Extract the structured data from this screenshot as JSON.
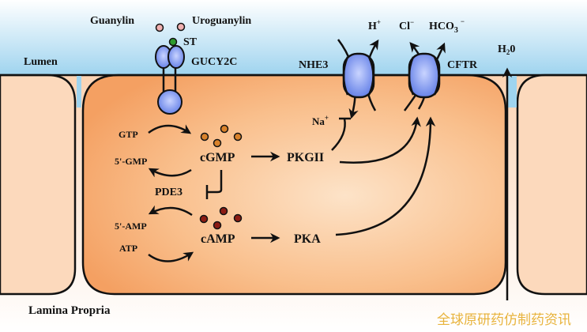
{
  "regions": {
    "lumen": "Lumen",
    "lamina_propria": "Lamina Propria"
  },
  "ligands": {
    "guanylin": "Guanylin",
    "uroguanylin": "Uroguanylin",
    "st": "ST"
  },
  "receptor": {
    "name": "GUCY2C"
  },
  "channels": {
    "nhe3": "NHE3",
    "cftr": "CFTR"
  },
  "ions": {
    "h_plus": "H",
    "h_plus_sup": "+",
    "cl": "Cl",
    "cl_sup": "−",
    "hco3": "HCO",
    "hco3_sub": "3",
    "hco3_sup": "−",
    "na": "Na",
    "na_sup": "+",
    "water": "H",
    "water_sub": "2",
    "water_tail": "0"
  },
  "pathway": {
    "gtp": "GTP",
    "five_gmp": "5'-GMP",
    "cgmp": "cGMP",
    "pkgii": "PKGII",
    "pde3": "PDE3",
    "five_amp": "5'-AMP",
    "atp": "ATP",
    "camp": "cAMP",
    "pka": "PKA"
  },
  "colors": {
    "lumen_top": "#ffffff",
    "lumen_bottom": "#9fd4ef",
    "cell_main": "#f5a868",
    "cell_center": "#fde3c8",
    "cell_side": "#fcd9bc",
    "protein": "#6b86e8",
    "ligand_pink": "#f0b0b0",
    "st_green": "#2e9a2e",
    "cgmp_dot": "#d9822b",
    "camp_dot": "#8c1c14",
    "watermark": "#e8b33c"
  },
  "watermark": "全球原研药仿制药资讯"
}
